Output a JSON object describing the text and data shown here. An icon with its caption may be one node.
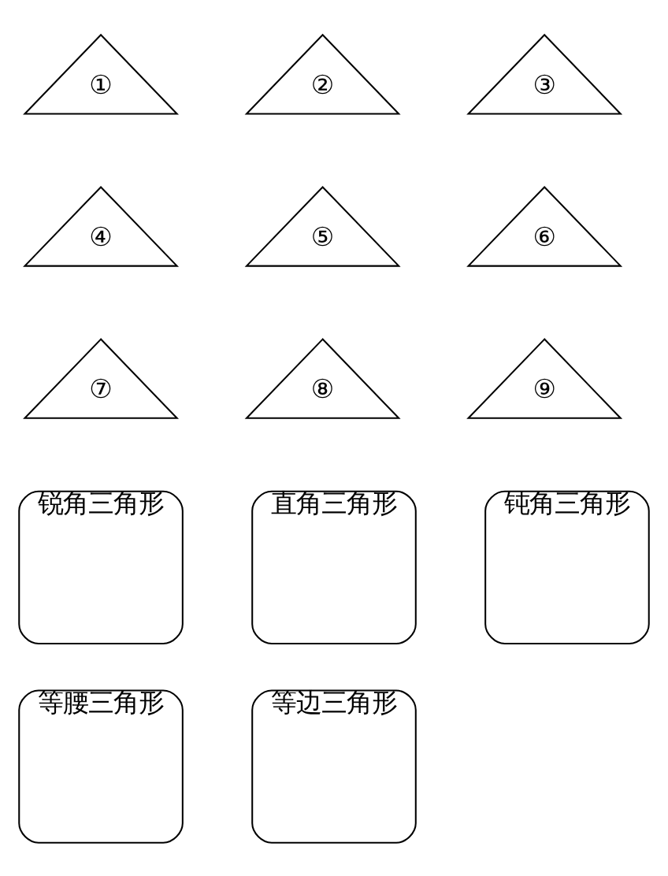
{
  "diagram": {
    "nodes": [
      {
        "text": [
          "①"
        ]
      },
      {
        "text": [
          "②"
        ]
      },
      {
        "text": [
          "③"
        ]
      },
      {
        "text": [
          "④"
        ]
      },
      {
        "text": [
          "⑤"
        ]
      },
      {
        "text": [
          "⑥"
        ]
      },
      {
        "text": [
          "⑦"
        ]
      },
      {
        "text": [
          "⑧"
        ]
      },
      {
        "text": [
          "⑨"
        ]
      },
      {
        "text": [
          "锐角三角形"
        ]
      },
      {
        "text": [
          "直角三角形"
        ]
      },
      {
        "text": [
          "钝角三角形"
        ]
      },
      {
        "text": [
          "等腰三角形"
        ]
      },
      {
        "text": [
          "等边三角形"
        ]
      }
    ],
    "edges": []
  }
}
